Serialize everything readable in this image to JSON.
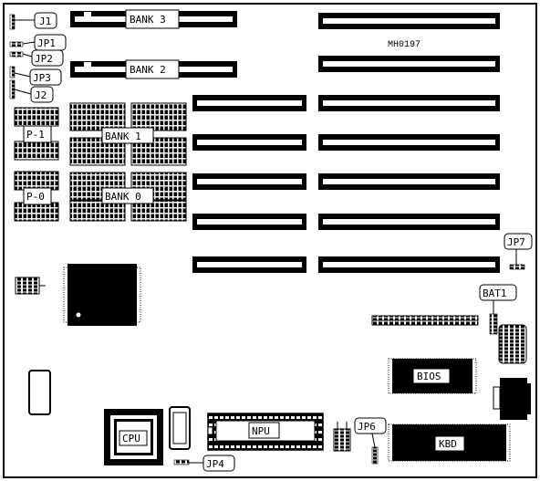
{
  "diagram": {
    "model_code": "MH0197",
    "labels": {
      "bank3": "BANK 3",
      "bank2": "BANK 2",
      "bank1": "BANK 1",
      "bank0": "BANK 0",
      "p1": "P-1",
      "p0": "P-0",
      "j1": "J1",
      "jp1": "JP1",
      "jp2": "JP2",
      "jp3": "JP3",
      "j2": "J2",
      "jp4": "JP4",
      "jp6": "JP6",
      "jp7": "JP7",
      "bat1": "BAT1",
      "bios": "BIOS",
      "kbd": "KBD",
      "cpu": "CPU",
      "npu": "NPU"
    }
  }
}
